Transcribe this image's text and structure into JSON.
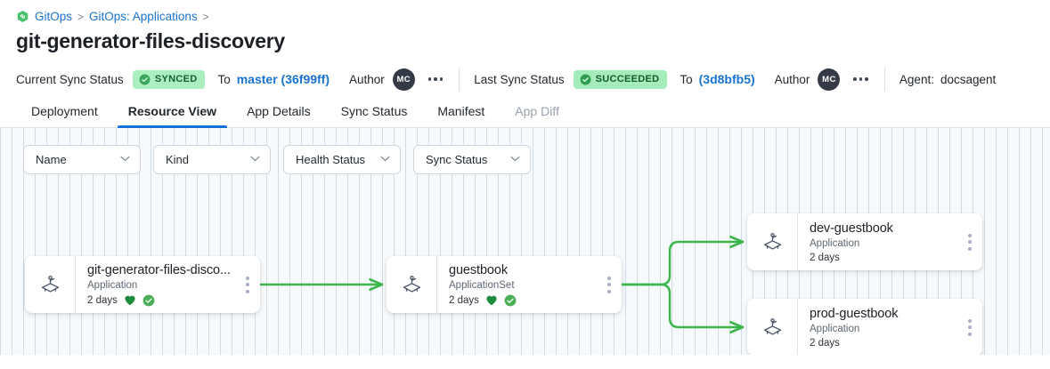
{
  "breadcrumb": {
    "icon": "gitops-hex-icon",
    "items": [
      {
        "label": "GitOps",
        "sep": ">"
      },
      {
        "label": "GitOps: Applications",
        "sep": ">"
      }
    ]
  },
  "page": {
    "title": "git-generator-files-discovery"
  },
  "status_bar": {
    "current_sync_label": "Current Sync Status",
    "current_sync_badge": "SYNCED",
    "current_to_word": "To",
    "current_revision": "master (36f99ff)",
    "current_author_label": "Author",
    "current_author_initials": "MC",
    "last_sync_label": "Last Sync Status",
    "last_sync_badge": "SUCCEEDED",
    "last_to_word": "To",
    "last_revision": "(3d8bfb5)",
    "last_author_label": "Author",
    "last_author_initials": "MC",
    "agent_label": "Agent:",
    "agent_value": "docsagent",
    "overflow_icon": "ellipsis-horizontal-icon"
  },
  "tabs": [
    {
      "label": "Deployment",
      "active": false,
      "disabled": false
    },
    {
      "label": "Resource View",
      "active": true,
      "disabled": false
    },
    {
      "label": "App Details",
      "active": false,
      "disabled": false
    },
    {
      "label": "Sync Status",
      "active": false,
      "disabled": false
    },
    {
      "label": "Manifest",
      "active": false,
      "disabled": false
    },
    {
      "label": "App Diff",
      "active": false,
      "disabled": true
    }
  ],
  "filters": [
    {
      "label": "Name",
      "icon": "chevron-down-icon"
    },
    {
      "label": "Kind",
      "icon": "chevron-down-icon"
    },
    {
      "label": "Health Status",
      "icon": "chevron-down-icon"
    },
    {
      "label": "Sync Status",
      "icon": "chevron-down-icon"
    }
  ],
  "graph": {
    "nodes": [
      {
        "id": "root",
        "title": "git-generator-files-disco...",
        "kind": "Application",
        "age": "2 days",
        "health": "healthy-heart-icon",
        "sync": "synced-check-icon",
        "icon": "argo-application-icon",
        "menu": "kebab-menu-icon"
      },
      {
        "id": "appset",
        "title": "guestbook",
        "kind": "ApplicationSet",
        "age": "2 days",
        "health": "healthy-heart-icon",
        "sync": "synced-check-icon",
        "icon": "argo-application-icon",
        "menu": "kebab-menu-icon"
      },
      {
        "id": "dev",
        "title": "dev-guestbook",
        "kind": "Application",
        "age": "2 days",
        "health": null,
        "sync": null,
        "icon": "argo-application-icon",
        "menu": "kebab-menu-icon"
      },
      {
        "id": "prod",
        "title": "prod-guestbook",
        "kind": "Application",
        "age": "2 days",
        "health": null,
        "sync": null,
        "icon": "argo-application-icon",
        "menu": "kebab-menu-icon"
      }
    ],
    "edges": [
      {
        "from": "root",
        "to": "appset"
      },
      {
        "from": "appset",
        "to": "dev"
      },
      {
        "from": "appset",
        "to": "prod"
      }
    ]
  },
  "colors": {
    "accent_blue": "#1471da",
    "link_blue": "#1a73cf",
    "edge_green": "#3bb54a",
    "badge_bg": "#abefc1",
    "badge_text": "#14632f",
    "heart_green": "#1e8a3c",
    "canvas_bg": "#f7fafc"
  }
}
